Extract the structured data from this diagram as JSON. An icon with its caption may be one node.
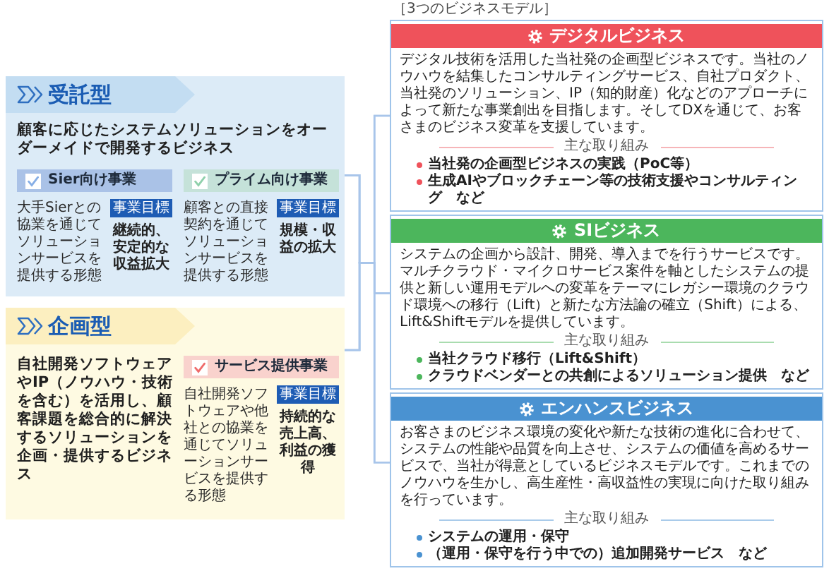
{
  "diagram": {
    "nodes": [
      {
        "text": [
          "受託型",
          "顧客に応じたシステムソリューションを**オーダーメイドで開発**するビジネス"
        ]
      },
      {
        "text": [
          "Sier向け事業"
        ],
        "in": 0,
        "beside": [
          "大手Sierとの協業を通じてソリューションサービスを提供する形態"
        ]
      },
      {
        "text": [
          "事業目標"
        ],
        "in": 0,
        "beside": [
          "継続的、安定的な収益拡大"
        ]
      },
      {
        "text": [
          "プライム向け事業"
        ],
        "in": 0,
        "beside": [
          "顧客との直接契約を通じてソリューションサービスを提供する形態"
        ]
      },
      {
        "text": [
          "事業目標"
        ],
        "in": 0,
        "beside": [
          "規模・収益の拡大"
        ]
      },
      {
        "text": [
          "企画型",
          "自社開発ソフトウェアやIP（ノウハウ・技術を含む）を活用し、**顧客課題を総合的に解決するソリューションを企画・提供**するビジネス"
        ]
      },
      {
        "text": [
          "サービス提供事業"
        ],
        "in": 5,
        "beside": [
          "自社開発ソフトウェアや他社との協業を通じてソリューションサービスを提供する形態"
        ]
      },
      {
        "text": [
          "事業目標"
        ],
        "in": 5,
        "beside": [
          "持続的な売上高、利益の獲得"
        ]
      },
      {
        "text": [
          "デジタルビジネス",
          "デジタル技術を活用した当社発の企画型ビジネスです。当社のノウハウを結集したコンサルティングサービス、自社プロダクト、当社発のソリューション、IP（知的財産）化などのアプローチによって新たな事業創出を目指します。そしてDXを通じて、お客さまのビジネス変革を支援しています。",
          "主な取り組み",
          "当社発の企画型ビジネスの実践（PoC等）",
          "生成AIやブロックチェーン等の技術支援やコンサルティング　など"
        ]
      },
      {
        "text": [
          "SIビジネス",
          "システムの企画から設計、開発、導入までを行うサービスです。マルチクラウド・マイクロサービス案件を軸としたシステムの提供と新しい運用モデルへの変革をテーマにレガシー環境のクラウド環境への移行（Lift）と新たな方法論の確立（Shift）による、Lift&Shiftモデルを提供しています。",
          "主な取り組み",
          "当社クラウド移行（Lift&Shift）",
          "クラウドベンダーとの共創によるソリューション提供　など"
        ]
      },
      {
        "text": [
          "エンハンスビジネス",
          "お客さまのビジネス環境の変化や新たな技術の進化に合わせて、システムの性能や品質を向上させ、システムの価値を高めるサービスで、当社が得意としているビジネスモデルです。これまでのノウハウを生かし、高生産性・高収益性の実現に向けた取り組みを行っています。",
          "主な取り組み",
          "システムの運用・保守",
          "（運用・保守を行う中での）追加開発サービス　など"
        ]
      }
    ],
    "edges": [
      {
        "from": 0,
        "to": 8,
        "arrow": "none"
      },
      {
        "from": 0,
        "to": 9,
        "arrow": "none"
      },
      {
        "from": 0,
        "to": 10,
        "arrow": "none"
      },
      {
        "from": 5,
        "to": 8,
        "arrow": "none"
      },
      {
        "from": 5,
        "to": 9,
        "arrow": "none"
      },
      {
        "from": 5,
        "to": 10,
        "arrow": "none"
      }
    ],
    "labels": [
      "［3つのビジネスモデル］"
    ]
  }
}
